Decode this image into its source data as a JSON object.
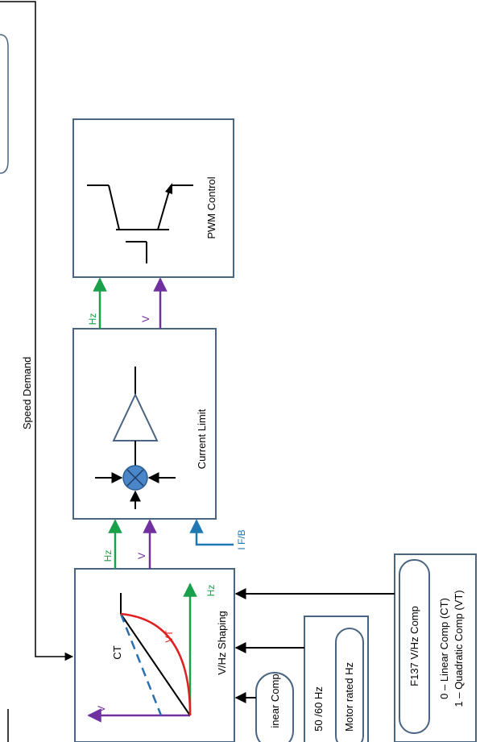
{
  "blocks": {
    "pwm": "PWM Control",
    "current_limit": "Current  Limit",
    "vhz": "V/Hz Shaping",
    "linear_comp": "inear Comp",
    "rated_freq": "50 /60 Hz",
    "rated_motor": "Motor rated Hz",
    "f137": "F137 V/Hz Comp",
    "opt0": "0 – Linear Comp (CT)",
    "opt1": "1 – Quadratic Comp (VT)"
  },
  "labels": {
    "speed_demand": "Speed Demand",
    "hz": "Hz",
    "v": "V",
    "ifb": "I F/B",
    "ct": "CT",
    "vt": "VT"
  },
  "colors": {
    "box_border": "#4a6582",
    "hz": "#1aa04a",
    "v": "#7030a0",
    "ifb": "#1f77b4",
    "vt": "#e02020",
    "ct_dashed": "#2a6fb0",
    "summer": "#4a86c8"
  }
}
